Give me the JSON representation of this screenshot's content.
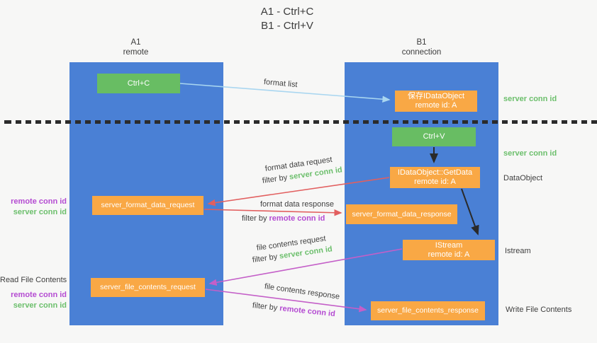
{
  "title": {
    "line1": "A1 - Ctrl+C",
    "line2": "B1 - Ctrl+V"
  },
  "lanes": {
    "a": {
      "name": "A1",
      "role": "remote"
    },
    "b": {
      "name": "B1",
      "role": "connection"
    }
  },
  "nodes": {
    "ctrl_c": {
      "label": "Ctrl+C"
    },
    "save_dataobject": {
      "line1": "保存IDataObject",
      "line2": "remote id: A"
    },
    "ctrl_v": {
      "label": "Ctrl+V"
    },
    "getdata": {
      "line1": "IDataObject::GetData",
      "line2": "remote id: A"
    },
    "format_request": {
      "label": "server_format_data_request"
    },
    "format_response": {
      "label": "server_format_data_response"
    },
    "istream": {
      "line1": "IStream",
      "line2": "remote id: A"
    },
    "file_request": {
      "label": "server_file_contents_request"
    },
    "file_response": {
      "label": "server_file_contents_response"
    }
  },
  "edge_labels": {
    "format_list": "format list",
    "format_data_request": "format data request",
    "format_data_response": "format data response",
    "file_contents_request": "file contents request",
    "file_contents_response": "file contents response",
    "filter_prefix": "filter by ",
    "server_conn_id": "server conn id",
    "remote_conn_id": "remote conn id"
  },
  "side_labels": {
    "right_server_conn_id_top": "server conn id",
    "right_server_conn_id_mid": "server conn id",
    "dataobject": "DataObject",
    "istream": "Istream",
    "write_file_contents": "Write File Contents",
    "read_file_contents": "Read File Contents",
    "left_remote_conn_id_top": "remote conn id",
    "left_server_conn_id_top": "server conn id",
    "left_remote_conn_id_bottom": "remote conn id",
    "left_server_conn_id_bottom": "server conn id"
  },
  "colors": {
    "lane_blue": "#4a80d5",
    "node_orange": "#f9a845",
    "node_green": "#68bd63",
    "arrow_light_blue": "#a9d6f0",
    "arrow_red": "#e25f5f",
    "arrow_magenta": "#c45fc8",
    "arrow_black": "#2a2a2a",
    "text_green": "#6cbf6c",
    "text_purple": "#b44bd2",
    "text_dark": "#3f3f3f",
    "background": "#f7f7f6"
  }
}
